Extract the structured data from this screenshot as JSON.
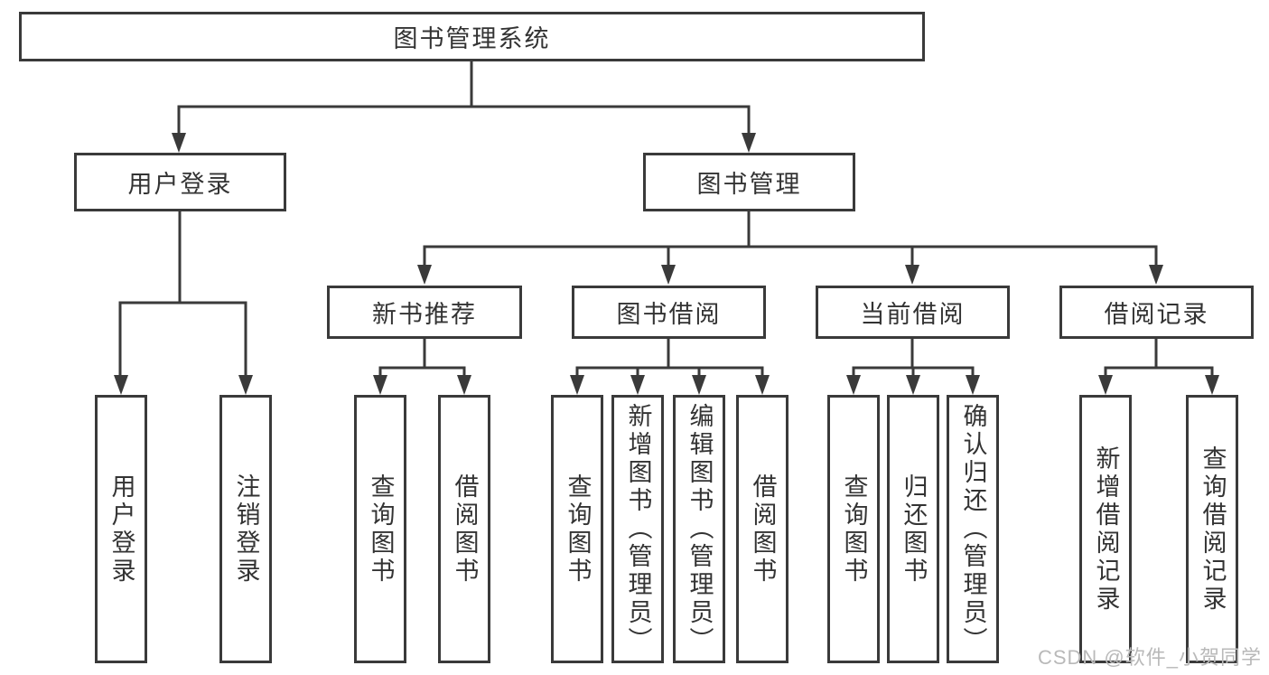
{
  "tree": {
    "label": "图书管理系统",
    "children": [
      {
        "label": "用户登录",
        "children": [
          {
            "label": "用户登录"
          },
          {
            "label": "注销登录"
          }
        ]
      },
      {
        "label": "图书管理",
        "children": [
          {
            "label": "新书推荐",
            "children": [
              {
                "label": "查询图书"
              },
              {
                "label": "借阅图书"
              }
            ]
          },
          {
            "label": "图书借阅",
            "children": [
              {
                "label": "查询图书"
              },
              {
                "label": "新增图书（管理员）"
              },
              {
                "label": "编辑图书（管理员）"
              },
              {
                "label": "借阅图书"
              }
            ]
          },
          {
            "label": "当前借阅",
            "children": [
              {
                "label": "查询图书"
              },
              {
                "label": "归还图书"
              },
              {
                "label": "确认归还（管理员）"
              }
            ]
          },
          {
            "label": "借阅记录",
            "children": [
              {
                "label": "新增借阅记录"
              },
              {
                "label": "查询借阅记录"
              }
            ]
          }
        ]
      }
    ]
  },
  "watermark": {
    "text": "CSDN @软件_小贺同学"
  },
  "colors": {
    "line": "#3a3a3a",
    "text": "#333333",
    "watermark": "#b9b9b9",
    "background": "#ffffff"
  }
}
